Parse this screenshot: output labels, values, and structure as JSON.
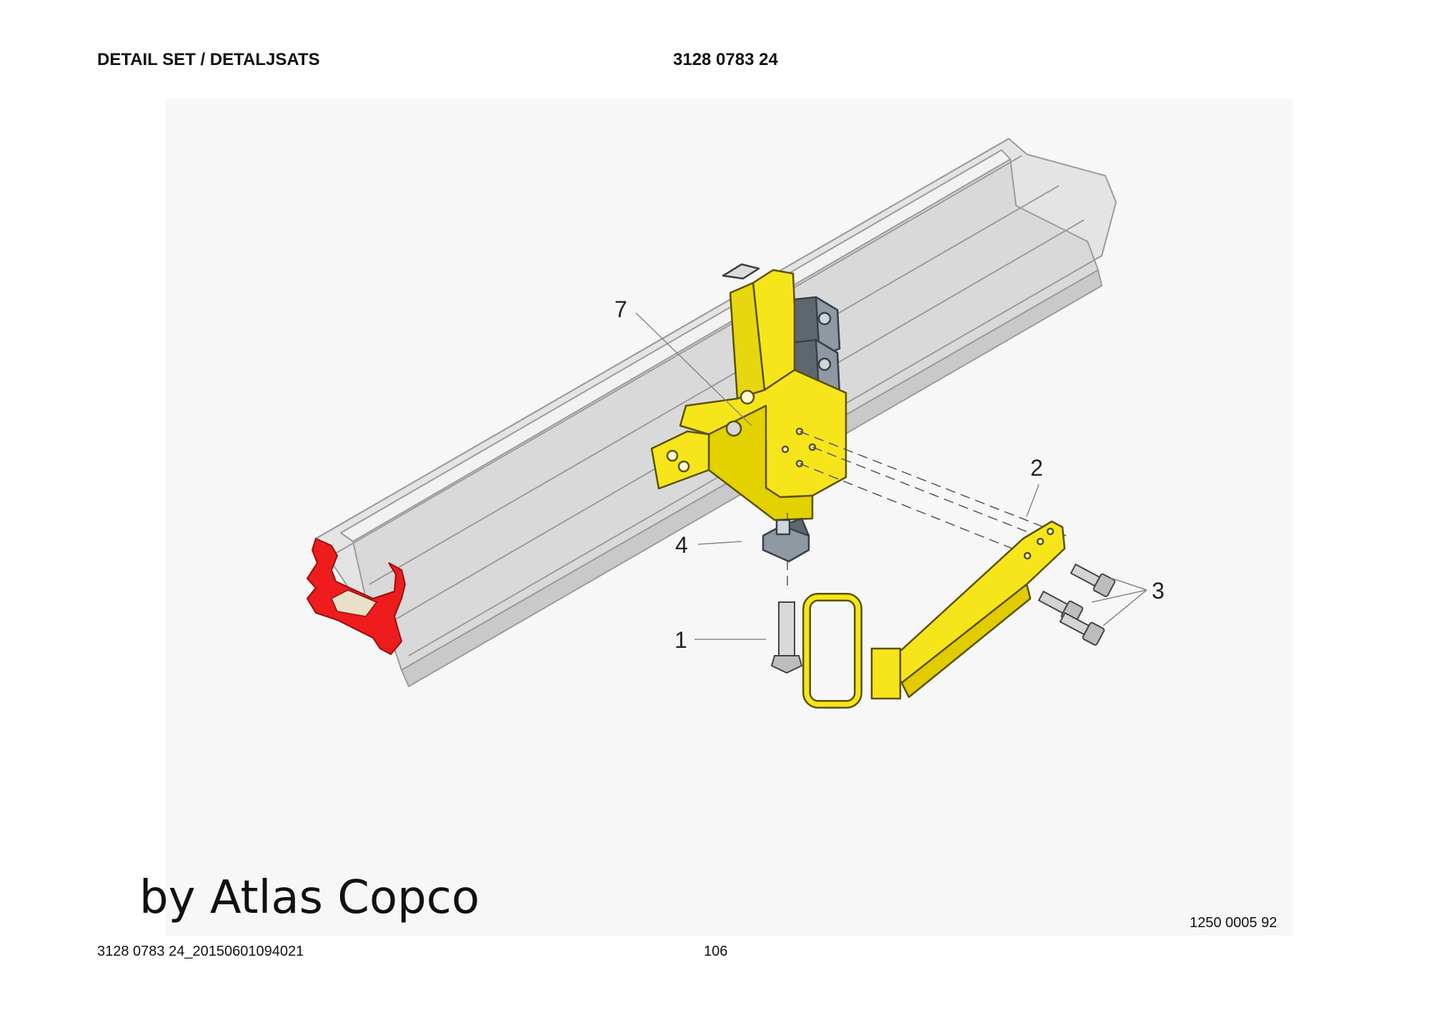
{
  "header": {
    "title": "DETAIL SET / DETALJSATS",
    "part_number": "3128 0783 24"
  },
  "figure": {
    "callouts": [
      "7",
      "2",
      "4",
      "3",
      "1"
    ],
    "figure_number": "1250 0005 92",
    "colors": {
      "rail": "#e6e6e6",
      "rail_section": "#ee1c1c",
      "bracket": "#f7e51b",
      "clamp": "#8a939b",
      "background": "#f7f7f7"
    }
  },
  "watermark": "by Atlas Copco",
  "footer": {
    "document_id": "3128 0783 24_20150601094021",
    "page": "106"
  }
}
